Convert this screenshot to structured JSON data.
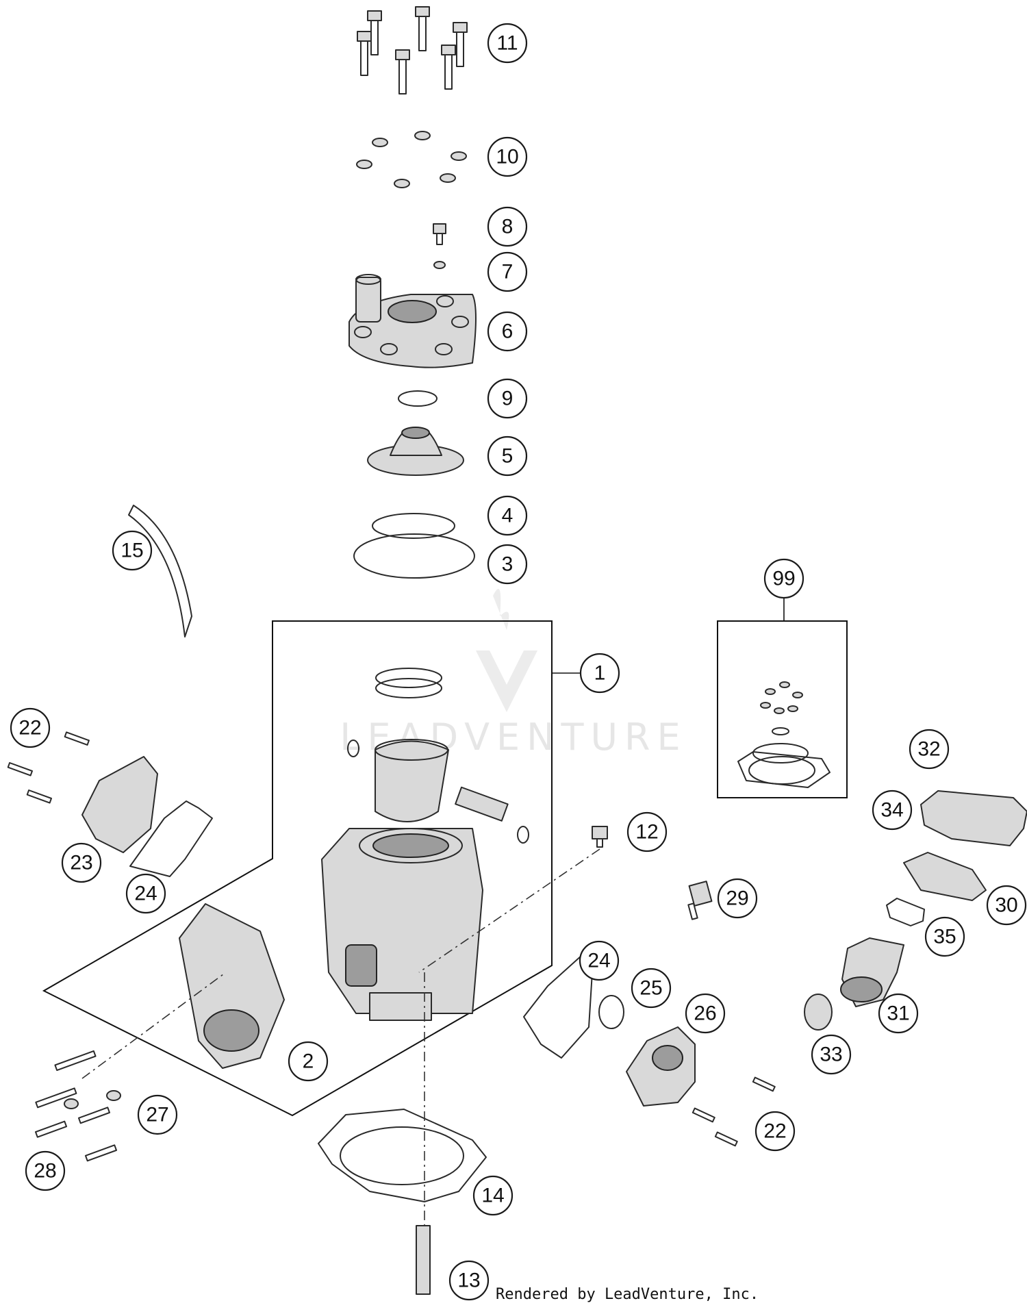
{
  "watermark": {
    "text": "LEADVENTURE"
  },
  "credit": {
    "text": "Rendered by LeadVenture, Inc."
  },
  "callouts": {
    "c11": "11",
    "c10": "10",
    "c8": "8",
    "c7": "7",
    "c6": "6",
    "c9": "9",
    "c5": "5",
    "c4": "4",
    "c3": "3",
    "c15": "15",
    "c99": "99",
    "c1": "1",
    "c22a": "22",
    "c23": "23",
    "c24a": "24",
    "c12": "12",
    "c29": "29",
    "c32": "32",
    "c34": "34",
    "c30": "30",
    "c35": "35",
    "c24b": "24",
    "c25": "25",
    "c26": "26",
    "c31": "31",
    "c33": "33",
    "c2": "2",
    "c27": "27",
    "c28": "28",
    "c22b": "22",
    "c14": "14",
    "c13": "13"
  }
}
